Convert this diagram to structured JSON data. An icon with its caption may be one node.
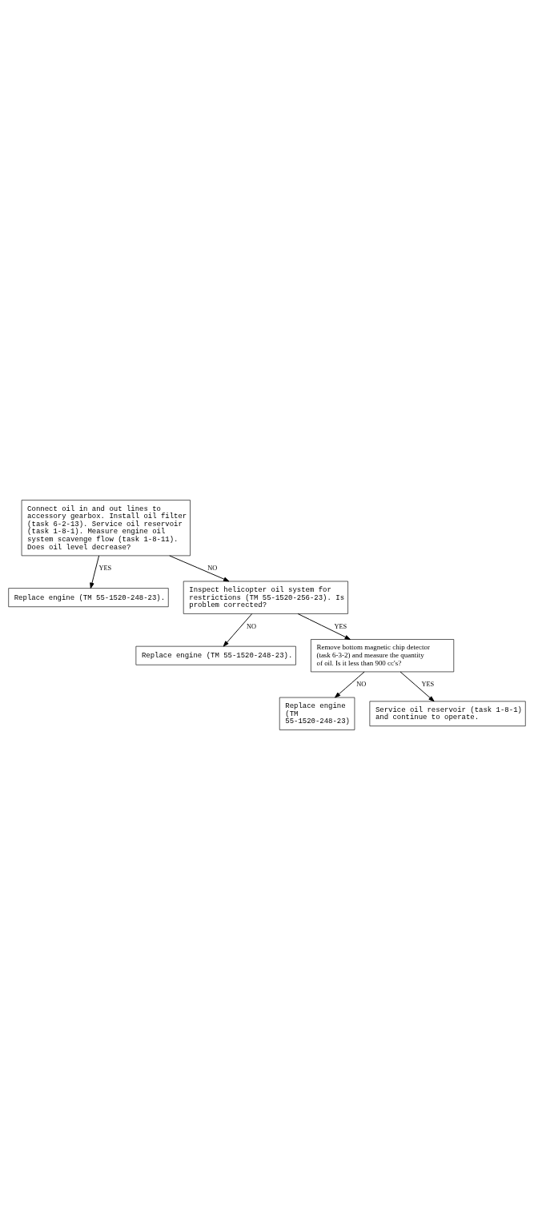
{
  "diagram": {
    "nodes": [
      {
        "text": [
          "Connect oil in and out lines to accessory gearbox. Install oil filter (task 6-2-13). Service oil reservoir (task 1-8-1). Measure engine oil system scavenge flow (task 1-8-11). Does oil level decrease?"
        ]
      },
      {
        "text": [
          "Replace engine (TM 55-1520-248-23)."
        ]
      },
      {
        "text": [
          "Inspect helicopter oil system for restrictions (TM 55-1520-256-23). Is problem corrected?"
        ]
      },
      {
        "text": [
          "Replace engine (TM 55-1520-248-23)."
        ]
      },
      {
        "text": [
          "Remove bottom magnetic chip detector (task 6-3-2) and measure the quantity of oil. Is it less than 900 cc's?"
        ]
      },
      {
        "text": [
          "Replace engine (TM 55-1520-248-23)"
        ]
      },
      {
        "text": [
          "Service oil reservoir (task 1-8-1) and continue to operate."
        ]
      }
    ],
    "edges": [
      {
        "from": 0,
        "to": 2,
        "arrow": "to",
        "label": "NO"
      },
      {
        "from": 0,
        "to": 1,
        "arrow": "to",
        "label": "YES"
      },
      {
        "from": 2,
        "to": 3,
        "arrow": "to",
        "label": "NO"
      },
      {
        "from": 2,
        "to": 4,
        "arrow": "to",
        "label": "YES"
      },
      {
        "from": 4,
        "to": 5,
        "arrow": "to",
        "label": "NO"
      },
      {
        "from": 4,
        "to": 6,
        "arrow": "to",
        "label": "YES"
      }
    ]
  }
}
